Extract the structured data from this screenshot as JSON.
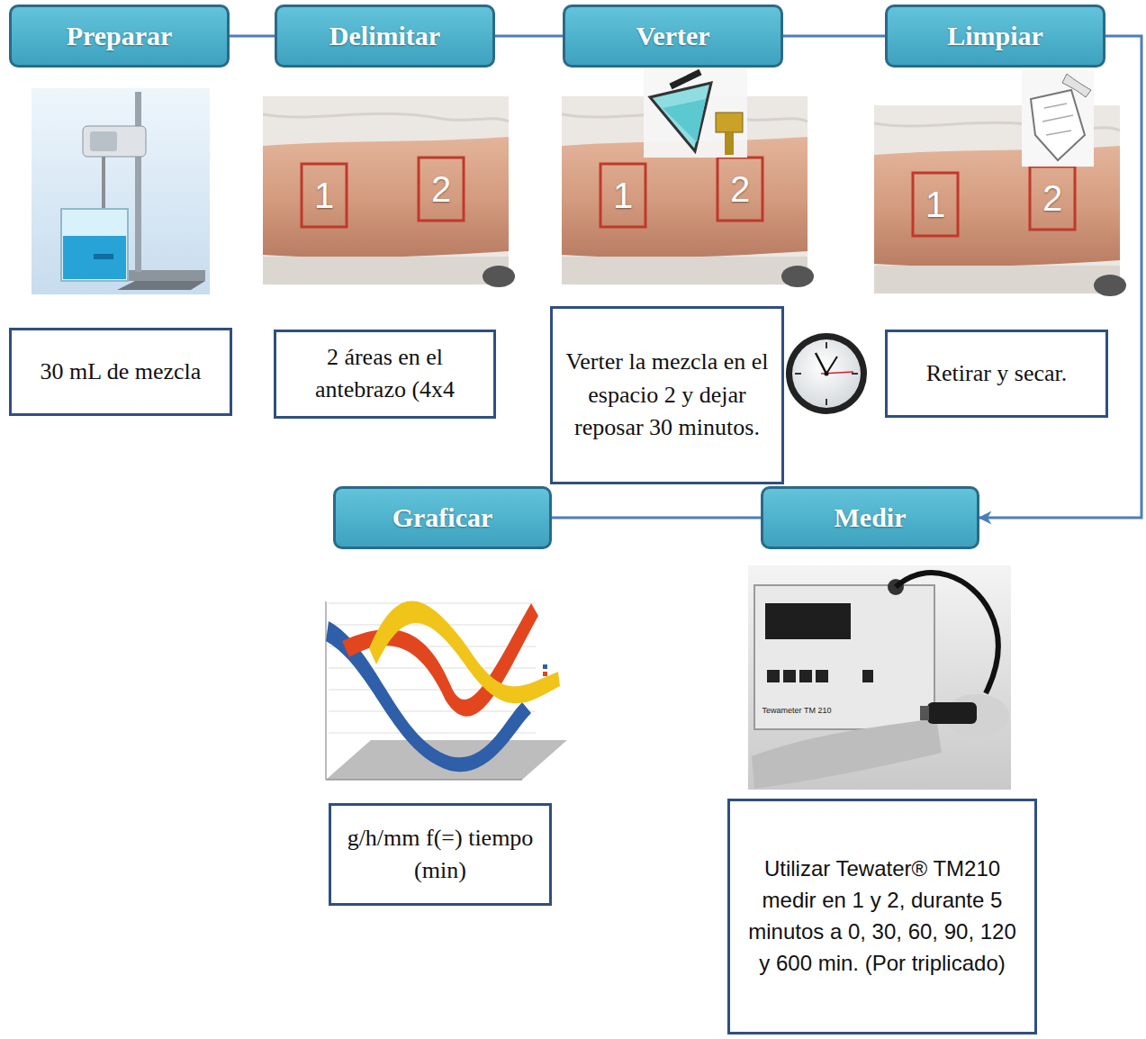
{
  "diagram": {
    "nodes": [
      {
        "text": [
          "Preparar"
        ]
      },
      {
        "text": [
          "Delimitar"
        ]
      },
      {
        "text": [
          "Verter"
        ]
      },
      {
        "text": [
          "Limpiar"
        ]
      },
      {
        "text": [
          "30 mL de mezcla"
        ]
      },
      {
        "text": [
          "2 áreas en el antebrazo (4x4"
        ]
      },
      {
        "text": [
          "Verter la mezcla en el espacio 2 y dejar reposar 30 minutos."
        ]
      },
      {
        "text": [
          "Retirar y secar."
        ]
      },
      {
        "text": [
          "Graficar"
        ]
      },
      {
        "text": [
          "Medir"
        ]
      },
      {
        "text": [
          "g/h/mm f(=) tiempo (min)"
        ]
      },
      {
        "text": [
          "Utilizar Tewater® TM210 medir en 1 y 2, durante 5 minutos a 0, 30, 60, 90, 120 y 600 min. (Por triplicado)"
        ]
      }
    ],
    "edges": [
      {
        "from": 0,
        "to": 1,
        "arrow": "none"
      },
      {
        "from": 1,
        "to": 2,
        "arrow": "none"
      },
      {
        "from": 2,
        "to": 3,
        "arrow": "none"
      },
      {
        "from": 3,
        "to": 9,
        "arrow": "to"
      },
      {
        "from": 9,
        "to": 8,
        "arrow": "none"
      }
    ],
    "labels": [
      "1",
      "2",
      "1",
      "2",
      "1",
      "2",
      "Tewameter TM 210"
    ]
  }
}
